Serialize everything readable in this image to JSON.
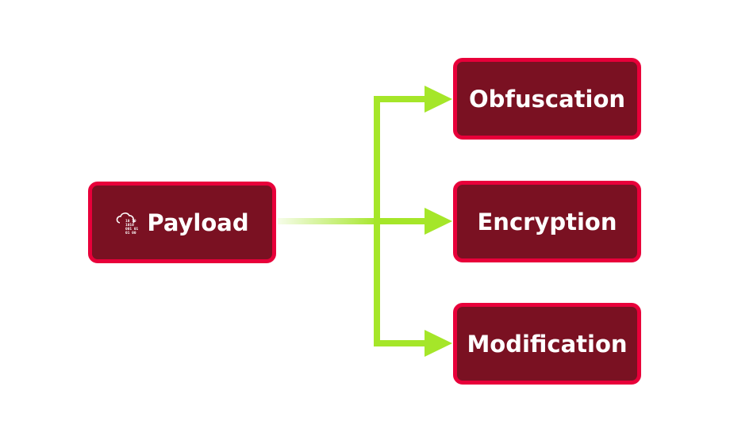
{
  "diagram": {
    "source": {
      "label": "Payload",
      "icon": "cloud-binary-icon"
    },
    "targets": [
      {
        "label": "Obfuscation"
      },
      {
        "label": "Encryption"
      },
      {
        "label": "Modification"
      }
    ],
    "colors": {
      "node_fill": "#7a1122",
      "node_border": "#e8003a",
      "arrow": "#a5e629",
      "text": "#ffffff"
    }
  }
}
